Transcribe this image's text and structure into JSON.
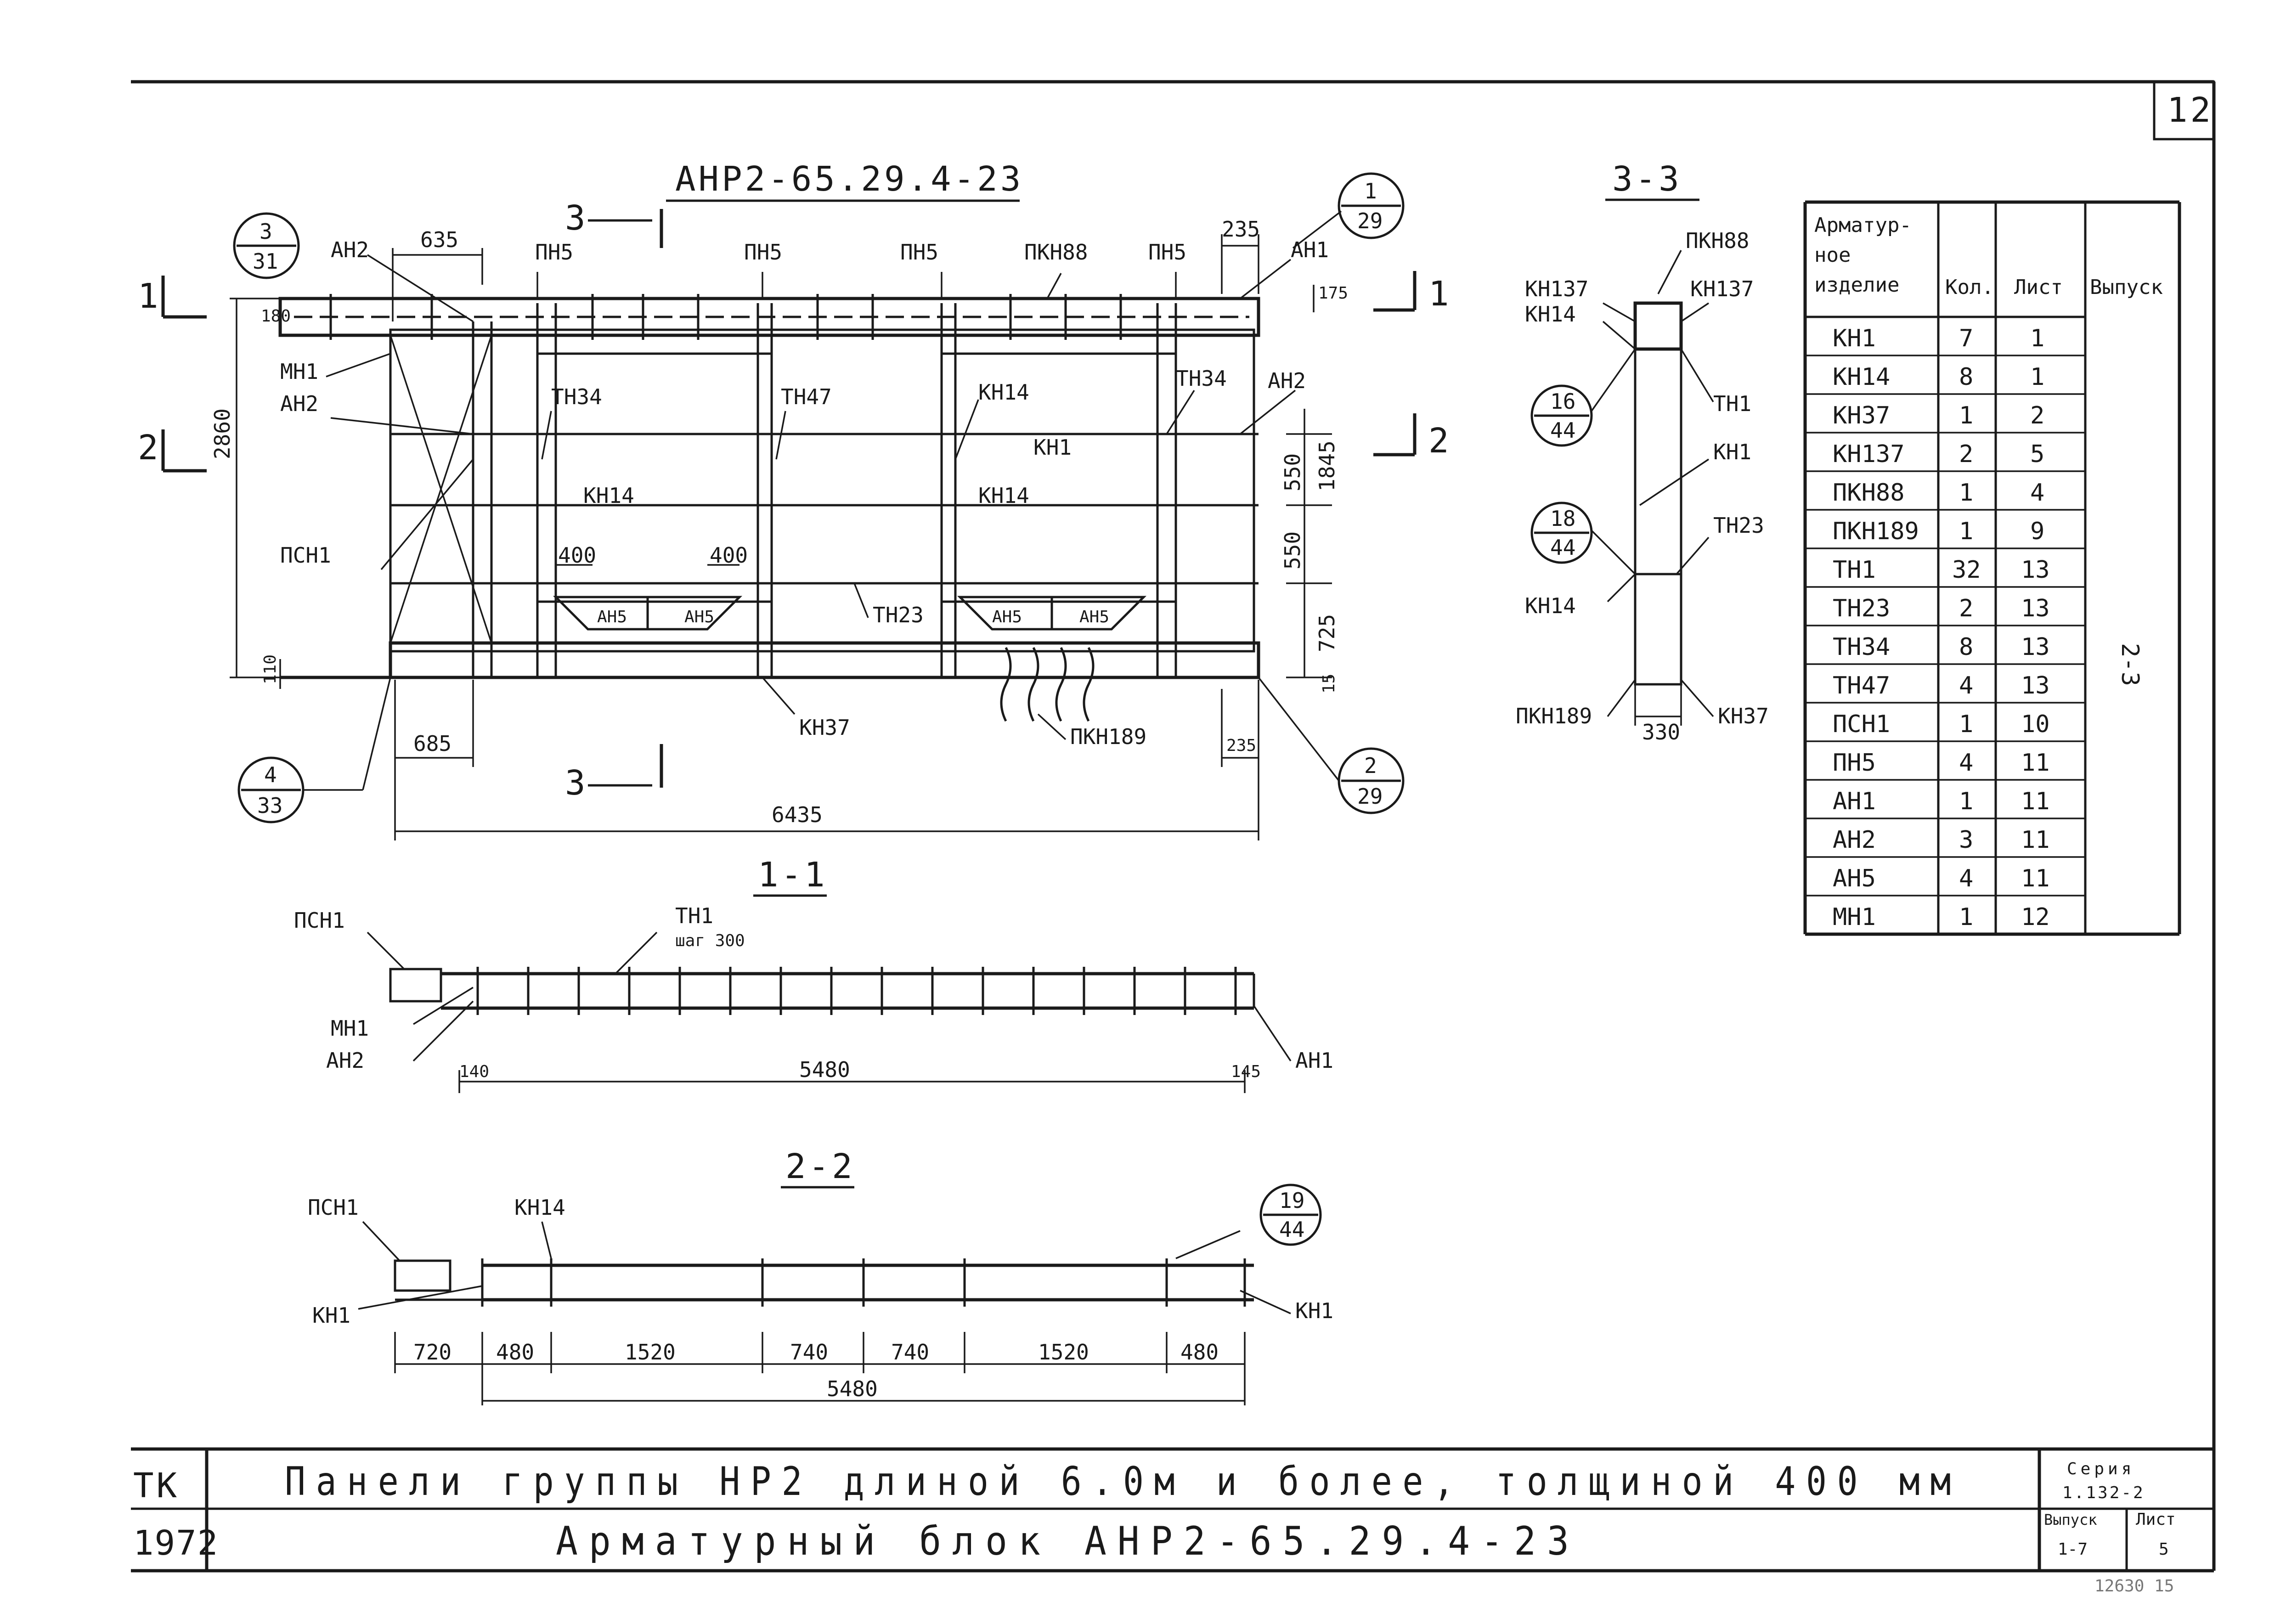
{
  "sheet_number": "12",
  "main_view": {
    "title": "АНР2-65.29.4-23",
    "section_mark": "3",
    "callout_top_left": {
      "top": "3",
      "bottom": "31"
    },
    "callout_top_right": {
      "top": "1",
      "bottom": "29"
    },
    "callout_bottom_left": {
      "top": "4",
      "bottom": "33"
    },
    "callout_bottom_right": {
      "top": "2",
      "bottom": "29"
    },
    "section_arrow_left_1": "1",
    "section_arrow_right_1": "1",
    "section_arrow_left_2": "2",
    "section_arrow_right_2": "2",
    "labels": {
      "ah2_top": "АН2",
      "pn5_1": "ПН5",
      "pn5_2": "ПН5",
      "pn5_3": "ПН5",
      "pn5_4": "ПН5",
      "pkn88": "ПКН88",
      "ah1": "АН1",
      "mn1": "МН1",
      "ah2_mid": "АН2",
      "ah2_right": "АН2",
      "tn34_left": "ТН34",
      "tn47": "ТН47",
      "kn14_mid": "КН14",
      "tn34_right": "ТН34",
      "kn1": "КН1",
      "kn14_a": "КН14",
      "kn14_b": "КН14",
      "psn1": "ПСН1",
      "ah5_a": "АН5",
      "ah5_b": "АН5",
      "ah5_c": "АН5",
      "ah5_d": "АН5",
      "tn23": "ТН23",
      "kn37": "КН37",
      "pkn189": "ПКН189"
    },
    "dims": {
      "d635": "635",
      "d235_top": "235",
      "d180": "180",
      "d175": "175",
      "d2860": "2860",
      "d1845": "1845",
      "d550_a": "550",
      "d550_b": "550",
      "d725": "725",
      "d110": "110",
      "d15": "15",
      "d400_a": "400",
      "d400_b": "400",
      "d685": "685",
      "d235_bot": "235",
      "d6435": "6435"
    }
  },
  "section_33": {
    "title": "3-3",
    "labels": {
      "pkn88": "ПКН88",
      "kn137_l": "КН137",
      "kn14_l": "КН14",
      "kn137_r": "КН137",
      "tn1": "ТН1",
      "kn1": "КН1",
      "tn23": "ТН23",
      "kn14_b": "КН14",
      "pkn189": "ПКН189",
      "kn37": "КН37"
    },
    "callout_a": {
      "top": "16",
      "bottom": "44"
    },
    "callout_b": {
      "top": "18",
      "bottom": "44"
    },
    "dim_width": "330"
  },
  "section_11": {
    "title": "1-1",
    "labels": {
      "psn1": "ПСН1",
      "tn1": "ТН1",
      "step": "шаг 300",
      "mn1": "МН1",
      "ah2": "АН2",
      "ah1": "АН1"
    },
    "dims": {
      "d140": "140",
      "d5480": "5480",
      "d145": "145"
    }
  },
  "section_22": {
    "title": "2-2",
    "labels": {
      "psn1": "ПСН1",
      "kn14": "КН14",
      "kn1_l": "КН1",
      "kn1_r": "КН1"
    },
    "callout": {
      "top": "19",
      "bottom": "44"
    },
    "dims": {
      "d720": "720",
      "d480_a": "480",
      "d1520_a": "1520",
      "d740_a": "740",
      "d740_b": "740",
      "d1520_b": "1520",
      "d480_b": "480",
      "d5480": "5480"
    }
  },
  "spec_table": {
    "headers": [
      "Арматур-ное изделие",
      "Кол.",
      "Лист",
      "Выпуск"
    ],
    "header_lines": [
      "Арматур-",
      "ное",
      "изделие"
    ],
    "rows": [
      [
        "КН1",
        "7",
        "1"
      ],
      [
        "КН14",
        "8",
        "1"
      ],
      [
        "КН37",
        "1",
        "2"
      ],
      [
        "КН137",
        "2",
        "5"
      ],
      [
        "ПКН88",
        "1",
        "4"
      ],
      [
        "ПКН189",
        "1",
        "9"
      ],
      [
        "ТН1",
        "32",
        "13"
      ],
      [
        "ТН23",
        "2",
        "13"
      ],
      [
        "ТН34",
        "8",
        "13"
      ],
      [
        "ТН47",
        "4",
        "13"
      ],
      [
        "ПСН1",
        "1",
        "10"
      ],
      [
        "ПН5",
        "4",
        "11"
      ],
      [
        "АН1",
        "1",
        "11"
      ],
      [
        "АН2",
        "3",
        "11"
      ],
      [
        "АН5",
        "4",
        "11"
      ],
      [
        "МН1",
        "1",
        "12"
      ]
    ],
    "issue_value": "2-3"
  },
  "title_block": {
    "org": "ТК",
    "year": "1972",
    "title_line1": "Панели группы НР2 длиной 6.0м и более, толщиной 400 мм",
    "title_line2": "Арматурный блок АНР2-65.29.4-23",
    "series_label": "Серия",
    "series_value": "1.132-2",
    "issue_label": "Выпуск",
    "issue_value": "1-7",
    "sheet_label": "Лист",
    "sheet_value": "5"
  },
  "stamp_number": "12630 15"
}
